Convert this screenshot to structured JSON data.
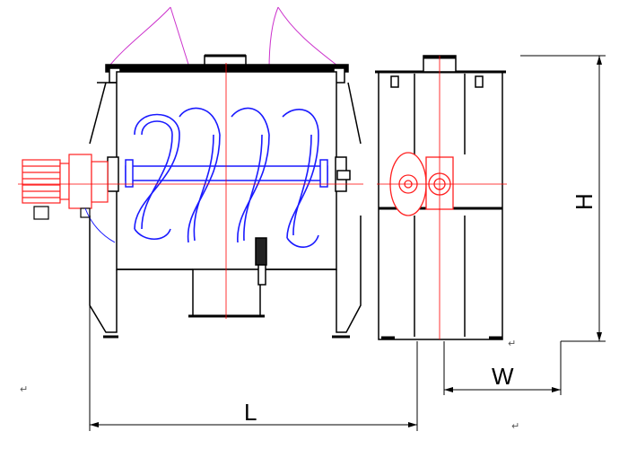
{
  "dimensions": {
    "length_label": "L",
    "width_label": "W",
    "height_label": "H"
  },
  "paragraph_mark": "↵",
  "colors": {
    "frame": "#000000",
    "ribbon": "#1a1aff",
    "motor": "#ff2020",
    "centerline": "#ff0000",
    "cover_arc": "#cc33cc"
  }
}
